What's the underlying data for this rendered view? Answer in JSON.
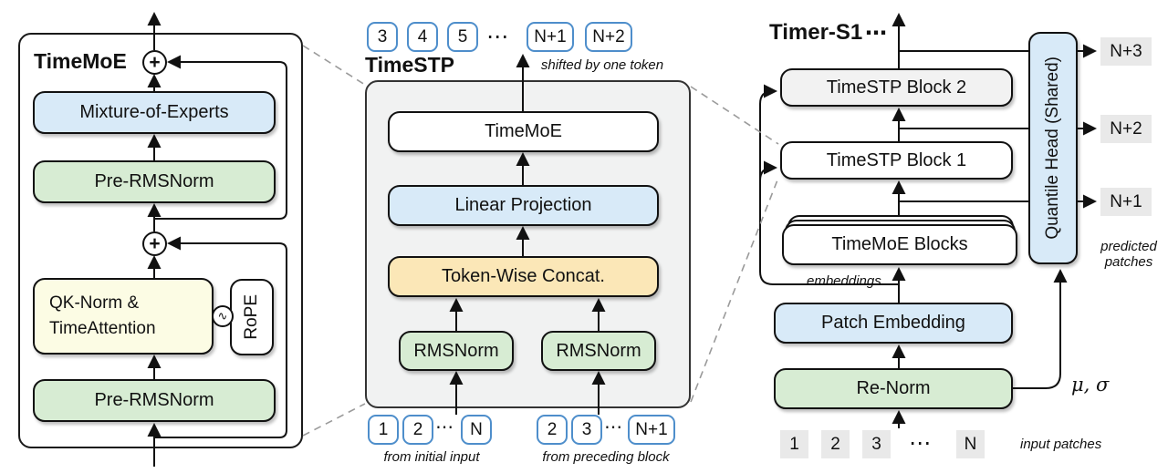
{
  "left_panel": {
    "title": "TimeMoE",
    "plus": "+",
    "sine": "∿",
    "boxes": {
      "moe": "Mixture-of-Experts",
      "pre_rmsnorm": "Pre-RMSNorm",
      "qk_line1": "QK-Norm &",
      "qk_line2": "TimeAttention",
      "rope": "RoPE"
    }
  },
  "middle_panel": {
    "title": "TimeSTP",
    "top_tokens": [
      "3",
      "4",
      "5",
      "N+1",
      "N+2"
    ],
    "top_dots": "⋯",
    "shifted_caption": "shifted by one token",
    "boxes": {
      "timemoe": "TimeMoE",
      "linear_projection": "Linear Projection",
      "token_wise_concat": "Token-Wise Concat.",
      "rmsnorm": "RMSNorm"
    },
    "bottom_left": {
      "tokens": [
        "1",
        "2",
        "N"
      ],
      "dots": "⋯",
      "caption": "from initial input"
    },
    "bottom_right": {
      "tokens": [
        "2",
        "3",
        "N+1"
      ],
      "dots": "⋯",
      "caption": "from preceding block"
    }
  },
  "right_panel": {
    "title": "Timer-S1",
    "title_dots": "⋯",
    "boxes": {
      "timestp_block2": "TimeSTP Block 2",
      "timestp_block1": "TimeSTP Block 1",
      "timemoe_blocks": "TimeMoE Blocks",
      "patch_embedding": "Patch Embedding",
      "renorm": "Re-Norm",
      "quantile_head": "Quantile Head (Shared)"
    },
    "embeddings_label": "embeddings",
    "mu_sigma": "μ, σ",
    "outputs": [
      "N+3",
      "N+2",
      "N+1"
    ],
    "predicted_line1": "predicted",
    "predicted_line2": "patches",
    "input_tokens": [
      "1",
      "2",
      "3",
      "N"
    ],
    "input_dots": "⋯",
    "input_caption": "input patches"
  },
  "colors": {
    "blue_fill": "#d8eaf8",
    "green_fill": "#d7ecd3",
    "cream_fill": "#fcfce4",
    "orange_fill": "#fbe7b7",
    "token_border": "#4e8ecb",
    "panel_gray": "#f1f2f2",
    "gray_box": "#e9e9e9",
    "dashed_line": "#9a9a9a"
  }
}
